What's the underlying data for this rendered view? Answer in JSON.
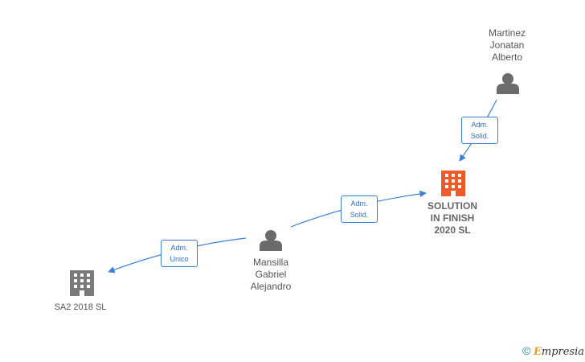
{
  "nodes": {
    "martinez": {
      "name_lines": [
        "Martinez",
        "Jonatan",
        "Alberto"
      ],
      "type": "person",
      "icon": "person-icon"
    },
    "mansilla": {
      "name_lines": [
        "Mansilla",
        "Gabriel",
        "Alejandro"
      ],
      "type": "person",
      "icon": "person-icon"
    },
    "solution": {
      "name_lines": [
        "SOLUTION",
        "IN FINISH",
        "2020  SL"
      ],
      "type": "company",
      "icon": "building-icon",
      "highlight": true
    },
    "sa2": {
      "name": "SA2 2018  SL",
      "type": "company",
      "icon": "building-icon"
    }
  },
  "edges": [
    {
      "from": "martinez",
      "to": "solution",
      "label_lines": [
        "Adm.",
        "Solid."
      ]
    },
    {
      "from": "mansilla",
      "to": "solution",
      "label_lines": [
        "Adm.",
        "Solid."
      ]
    },
    {
      "from": "mansilla",
      "to": "sa2",
      "label_lines": [
        "Adm.",
        "Unico"
      ]
    }
  ],
  "watermark": {
    "copyright": "©",
    "brand_initial": "E",
    "brand_rest": "mpresia"
  },
  "colors": {
    "edge": "#3a7fd5",
    "person_icon": "#6b6b6b",
    "company_icon": "#7a7a7a",
    "focus_company_icon": "#f05a28"
  }
}
